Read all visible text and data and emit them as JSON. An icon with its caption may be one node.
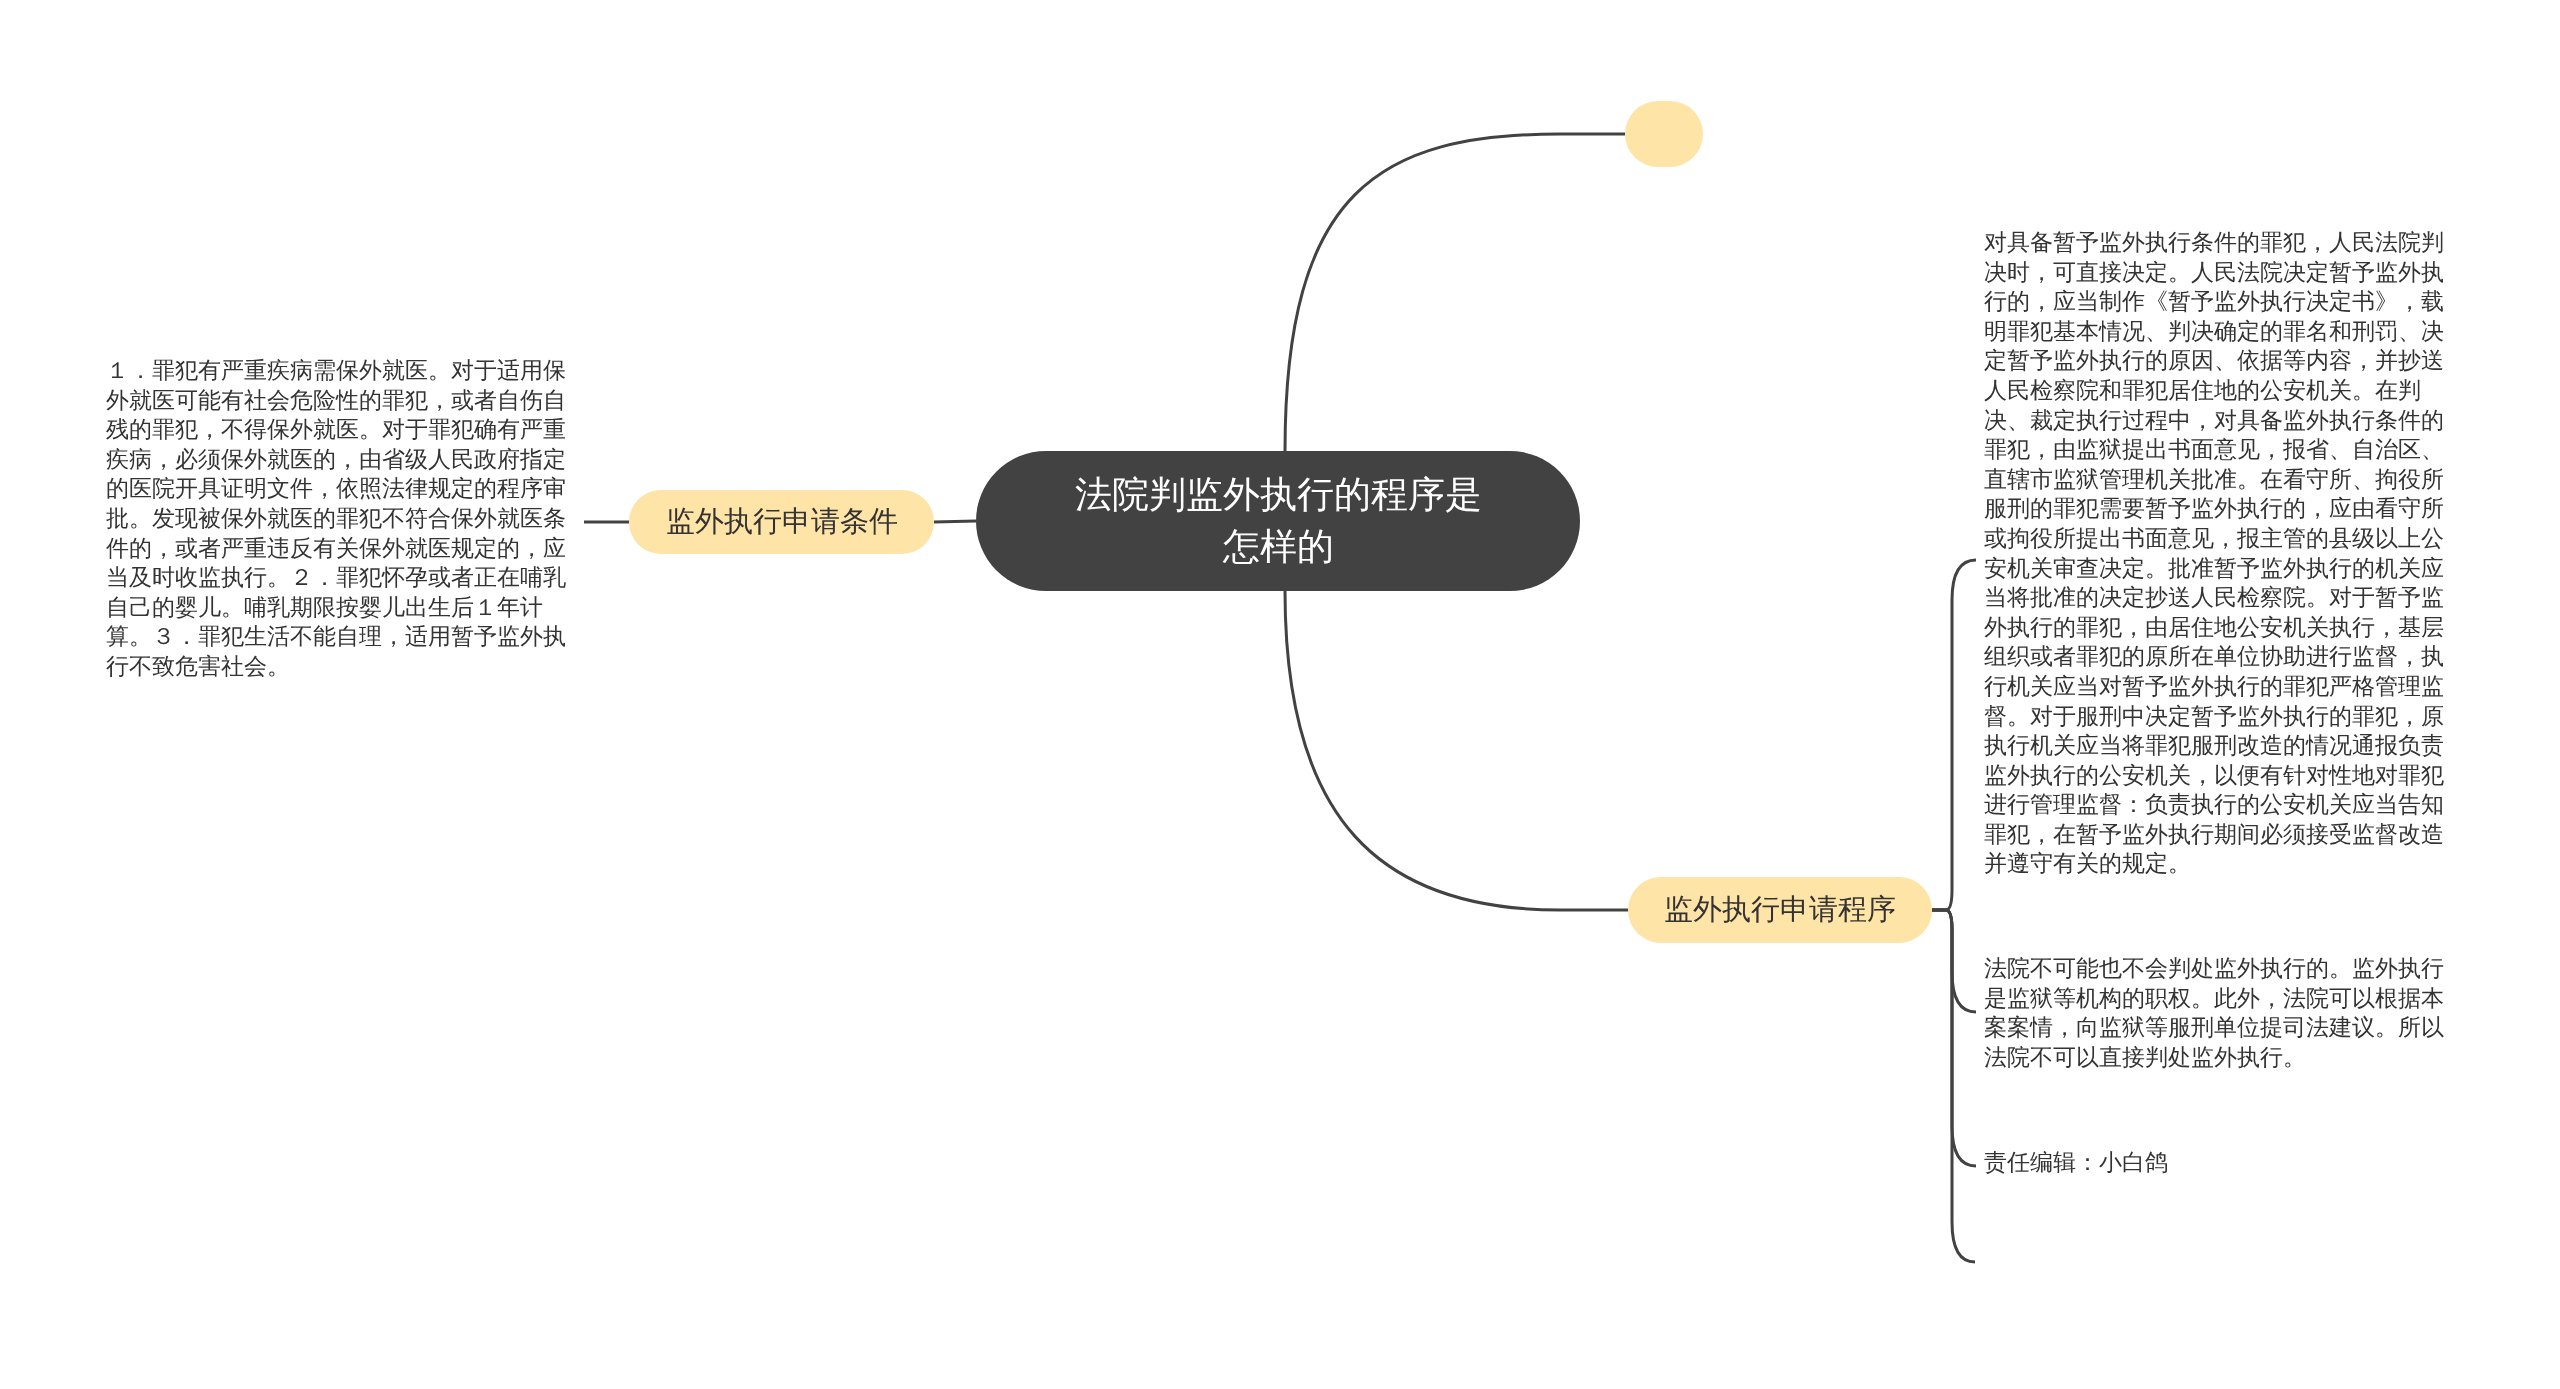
{
  "diagram": {
    "nodes": [
      {
        "text": [
          "法院判监外执行的程序是怎样的"
        ]
      },
      {
        "text": [],
        "shape": "box"
      },
      {
        "text": [
          "监外执行申请条件"
        ]
      },
      {
        "text": [
          "１．罪犯有严重疾病需保外就医。对于适用保外就医可能有社会危险性的罪犯，或者自伤自残的罪犯，不得保外就医。对于罪犯确有严重疾病，必须保外就医的，由省级人民政府指定的医院开具证明文件，依照法律规定的程序审批。发现被保外就医的罪犯不符合保外就医条件的，或者严重违反有关保外就医规定的，应当及时收监执行。２．罪犯怀孕或者正在哺乳自己的婴儿。哺乳期限按婴儿出生后１年计算。３．罪犯生活不能自理，适用暂予监外执行不致危害社会。"
        ]
      },
      {
        "text": [
          "监外执行申请程序"
        ]
      },
      {
        "text": [
          "对具备暂予监外执行条件的罪犯，人民法院判决时，可直接决定。人民法院决定暂予监外执行的，应当制作《暂予监外执行决定书》，载明罪犯基本情况、判决确定的罪名和刑罚、决定暂予监外执行的原因、依据等内容，并抄送人民检察院和罪犯居住地的公安机关。在判决、裁定执行过程中，对具备监外执行条件的罪犯，由监狱提出书面意见，报省、自治区、直辖市监狱管理机关批准。在看守所、拘役所服刑的罪犯需要暂予监外执行的，应由看守所或拘役所提出书面意见，报主管的县级以上公安机关审查决定。批准暂予监外执行的机关应当将批准的决定抄送人民检察院。对于暂予监外执行的罪犯，由居住地公安机关执行，基层组织或者罪犯的原所在单位协助进行监督，执行机关应当对暂予监外执行的罪犯严格管理监督。对于服刑中决定暂予监外执行的罪犯，原执行机关应当将罪犯服刑改造的情况通报负责监外执行的公安机关，以便有针对性地对罪犯进行管理监督：负责执行的公安机关应当告知罪犯，在暂予监外执行期间必须接受监督改造并遵守有关的规定。"
        ]
      },
      {
        "text": [
          "法院不可能也不会判处监外执行的。监外执行是监狱等机构的职权。此外，法院可以根据本案案情，向监狱等服刑单位提司法建议。所以法院不可以直接判处监外执行。"
        ]
      },
      {
        "text": [
          "责任编辑：小白鸽"
        ]
      }
    ],
    "edges": [
      {
        "from": 0,
        "to": 1,
        "arrow": "none"
      },
      {
        "from": 0,
        "to": 2,
        "arrow": "none"
      },
      {
        "from": 2,
        "to": 3,
        "arrow": "none"
      },
      {
        "from": 0,
        "to": 4,
        "arrow": "none"
      },
      {
        "from": 4,
        "to": 5,
        "arrow": "none"
      },
      {
        "from": 4,
        "to": 6,
        "arrow": "none"
      },
      {
        "from": 4,
        "to": 7,
        "arrow": "none"
      },
      {
        "from": 4,
        "to": null,
        "arrow": "none"
      }
    ]
  }
}
